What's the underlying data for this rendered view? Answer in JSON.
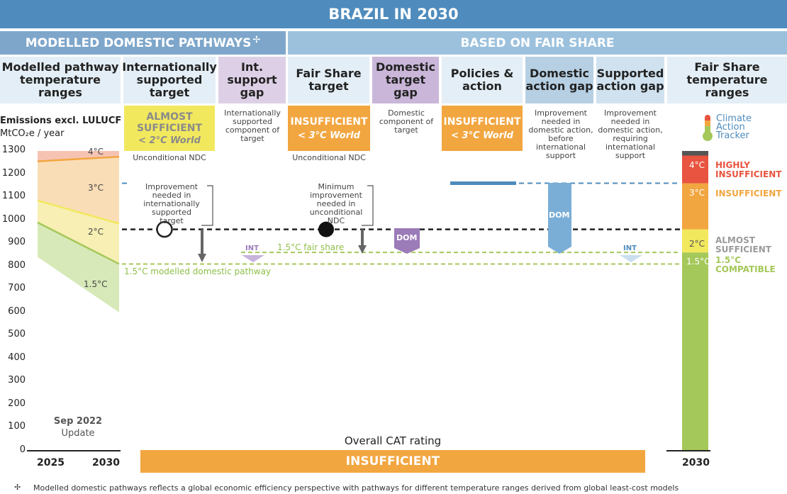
{
  "title": "BRAZIL IN 2030",
  "bands": {
    "left": "MODELLED DOMESTIC PATHWAYS",
    "left_mark": "✢",
    "right": "BASED ON FAIR SHARE"
  },
  "columns": {
    "modelled": "Modelled pathway temperature ranges",
    "intl_target": "Internationally supported target",
    "int_gap": "Int. support gap",
    "fair_share": "Fair Share target",
    "dom_target_gap": "Domestic target gap",
    "policies": "Policies & action",
    "dom_action_gap": "Domestic action gap",
    "supported_gap": "Supported action gap",
    "fs_ranges": "Fair Share temperature ranges"
  },
  "ratings": {
    "intl": {
      "line1": "ALMOST",
      "line2": "SUFFICIENT",
      "world": "< 2°C World",
      "caption": "Unconditional NDC"
    },
    "fair": {
      "line1": "INSUFFICIENT",
      "world": "< 3°C World",
      "caption": "Unconditional NDC"
    },
    "policies": {
      "line1": "INSUFFICIENT",
      "world": "< 3°C World"
    }
  },
  "notes": {
    "int_gap": "Internationally supported component of target",
    "dom_target_gap": "Domestic component of target",
    "dom_action_gap": "Improvement needed in domestic action, before international support",
    "supported_gap": "Improvement needed in domestic action, requiring international support",
    "improvement_intl": "Improvement needed in internationally supported target",
    "minimum_improvement": "Minimum improvement needed in unconditional NDC"
  },
  "brand": {
    "line1": "Climate",
    "line2": "Action",
    "line3": "Tracker"
  },
  "axis": {
    "title": "Emissions excl. LULUCF",
    "unit": "MtCO₂e / year",
    "ticks": [
      "1300",
      "1200",
      "1100",
      "1000",
      "900",
      "800",
      "700",
      "600",
      "500",
      "400",
      "300",
      "200",
      "100",
      "0"
    ]
  },
  "years": {
    "start": "2025",
    "end": "2030",
    "fs": "2030"
  },
  "update": {
    "line1": "Sep 2022",
    "line2": "Update"
  },
  "labels": {
    "t4": "4°C",
    "t3": "3°C",
    "t2": "2°C",
    "t15": "1.5°C",
    "fair_share_15": "1.5°C fair share",
    "modelled_15": "1.5°C modelled domestic pathway",
    "dom": "DOM",
    "int": "INT"
  },
  "fs_scale": [
    {
      "temp": "4°C",
      "rating": "HIGHLY INSUFFICIENT",
      "color": "#e8543f"
    },
    {
      "temp": "3°C",
      "rating": "INSUFFICIENT",
      "color": "#f2a640"
    },
    {
      "temp": "2°C",
      "rating": "ALMOST SUFFICIENT",
      "color": "#9b9b9b"
    },
    {
      "temp": "1.5°C",
      "rating": "1.5°C COMPATIBLE",
      "color": "#a5c85a"
    }
  ],
  "overall": {
    "label": "Overall CAT rating",
    "value": "INSUFFICIENT"
  },
  "footnote": {
    "mark": "✢",
    "text": "Modelled domestic pathways reflects a global economic efficiency perspective with pathways for different temperature ranges derived from global least-cost models"
  },
  "colors": {
    "almost_sufficient": "#f2e85e",
    "insufficient": "#f2a640",
    "highly_insufficient": "#e8543f",
    "compatible": "#a5c85a",
    "dom": "#9b7bb8",
    "dom_blue": "#7aaed6",
    "int_light": "#c9dfef",
    "policies_line": "#4f8cbd"
  },
  "chart_data": {
    "type": "area",
    "xlabel": "",
    "ylabel": "Emissions excl. LULUCF MtCO₂e / year",
    "ylim": [
      0,
      1300
    ],
    "x": [
      "2025",
      "2030"
    ],
    "modelled_ranges": [
      {
        "name": "4°C",
        "upper": [
          1300,
          1300
        ],
        "lower": [
          1255,
          1275
        ]
      },
      {
        "name": "3°C",
        "upper": [
          1255,
          1275
        ],
        "lower": [
          1085,
          985
        ]
      },
      {
        "name": "2°C",
        "upper": [
          1085,
          985
        ],
        "lower": [
          990,
          810
        ]
      },
      {
        "name": "1.5°C",
        "upper": [
          990,
          810
        ],
        "lower": [
          840,
          600
        ]
      }
    ],
    "reference_lines": [
      {
        "name": "Unconditional NDC",
        "value": 960
      },
      {
        "name": "Policies & action",
        "value": 1160
      },
      {
        "name": "1.5°C fair share",
        "value": 860
      },
      {
        "name": "1.5°C modelled domestic pathway",
        "value": 810
      }
    ],
    "fair_share_bar": [
      {
        "name": "1.5°C",
        "from": 0,
        "to": 860
      },
      {
        "name": "2°C",
        "from": 860,
        "to": 960
      },
      {
        "name": "3°C",
        "from": 960,
        "to": 1160
      },
      {
        "name": "4°C",
        "from": 1160,
        "to": 1280
      },
      {
        "name": "",
        "from": 1280,
        "to": 1300
      }
    ]
  }
}
